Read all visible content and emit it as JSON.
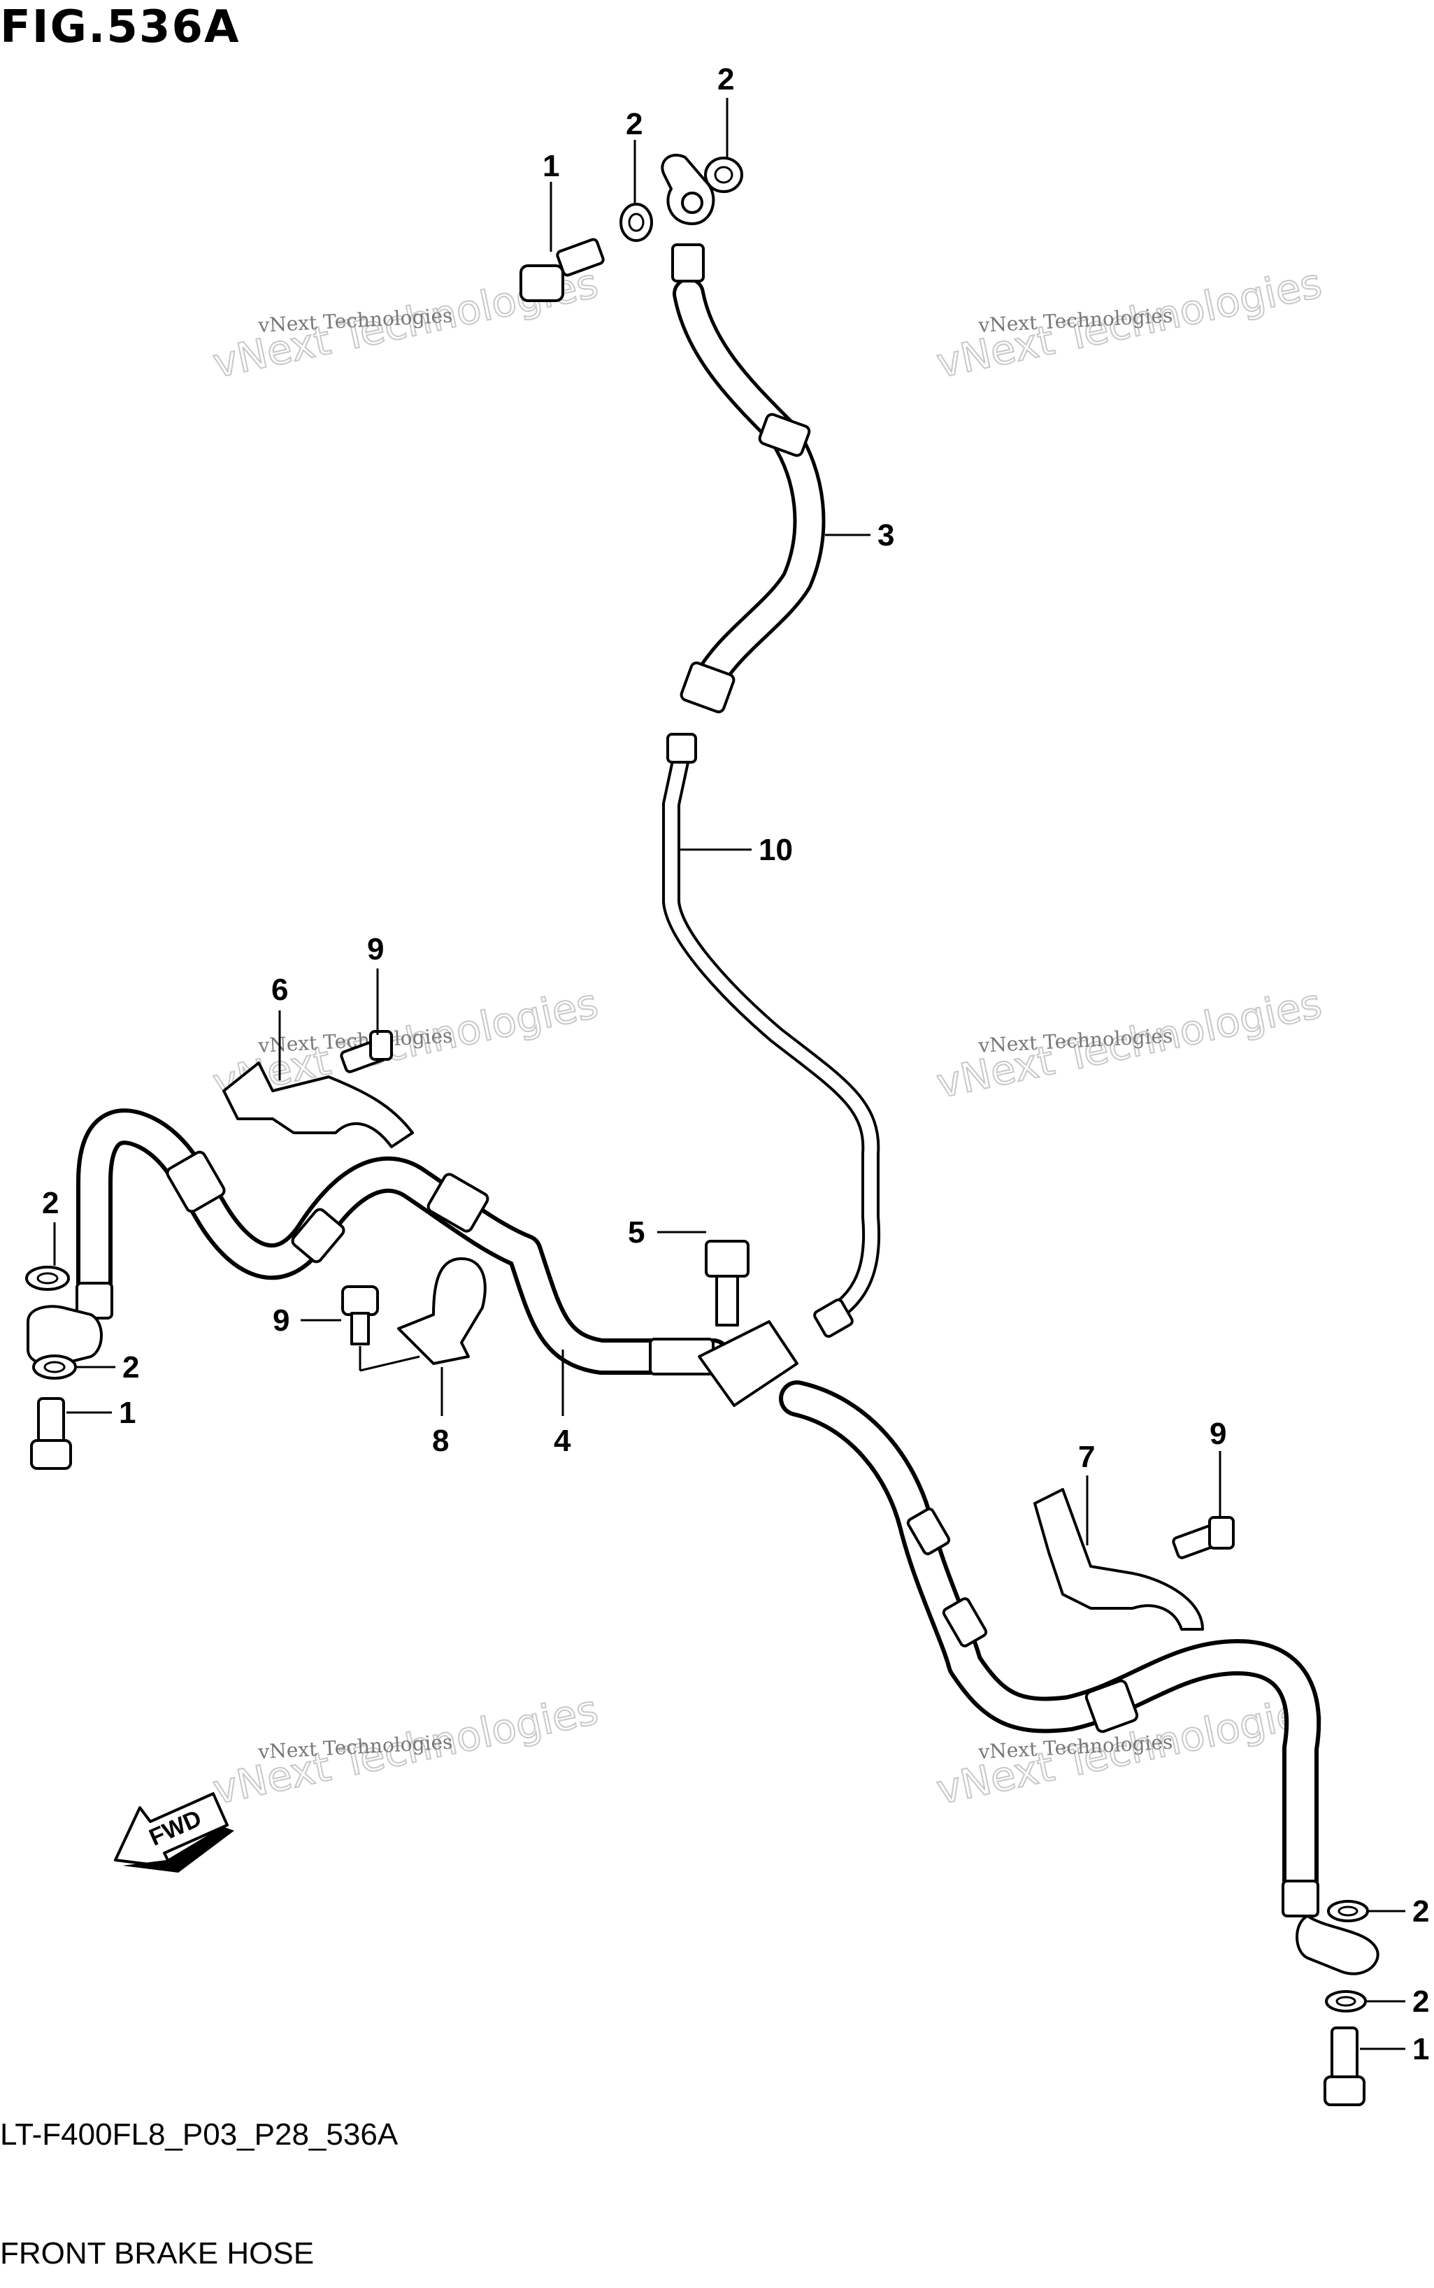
{
  "figure": {
    "title": "FIG.536A",
    "code": "LT-F400FL8_P03_P28_536A",
    "name": "FRONT BRAKE HOSE"
  },
  "watermark": {
    "small": "vNext Technologies",
    "big": "vNext Technologies"
  },
  "fwd_label": "FWD",
  "callouts": {
    "c1_top": "1",
    "c2_top_left": "2",
    "c2_top_right": "2",
    "c3": "3",
    "c10": "10",
    "c6": "6",
    "c9_top": "9",
    "c2_left_upper": "2",
    "c2_left_lower": "2",
    "c1_left": "1",
    "c5": "5",
    "c9_mid": "9",
    "c8": "8",
    "c4": "4",
    "c7": "7",
    "c9_right": "9",
    "c2_right_upper": "2",
    "c2_right_lower": "2",
    "c1_right": "1"
  }
}
